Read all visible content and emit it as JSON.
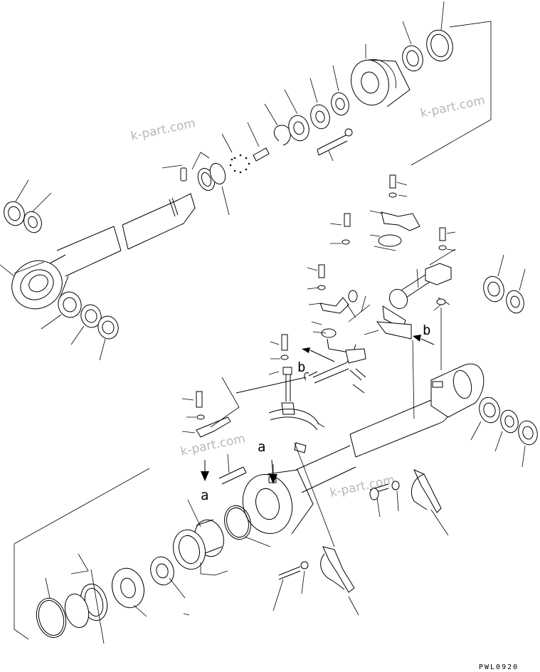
{
  "diagram": {
    "drawing_code": "PWL0920",
    "watermark": "k-part.com",
    "connector_labels": {
      "a_upper": "a",
      "a_lower": "a",
      "b_right": "b",
      "b_left": "b"
    }
  }
}
